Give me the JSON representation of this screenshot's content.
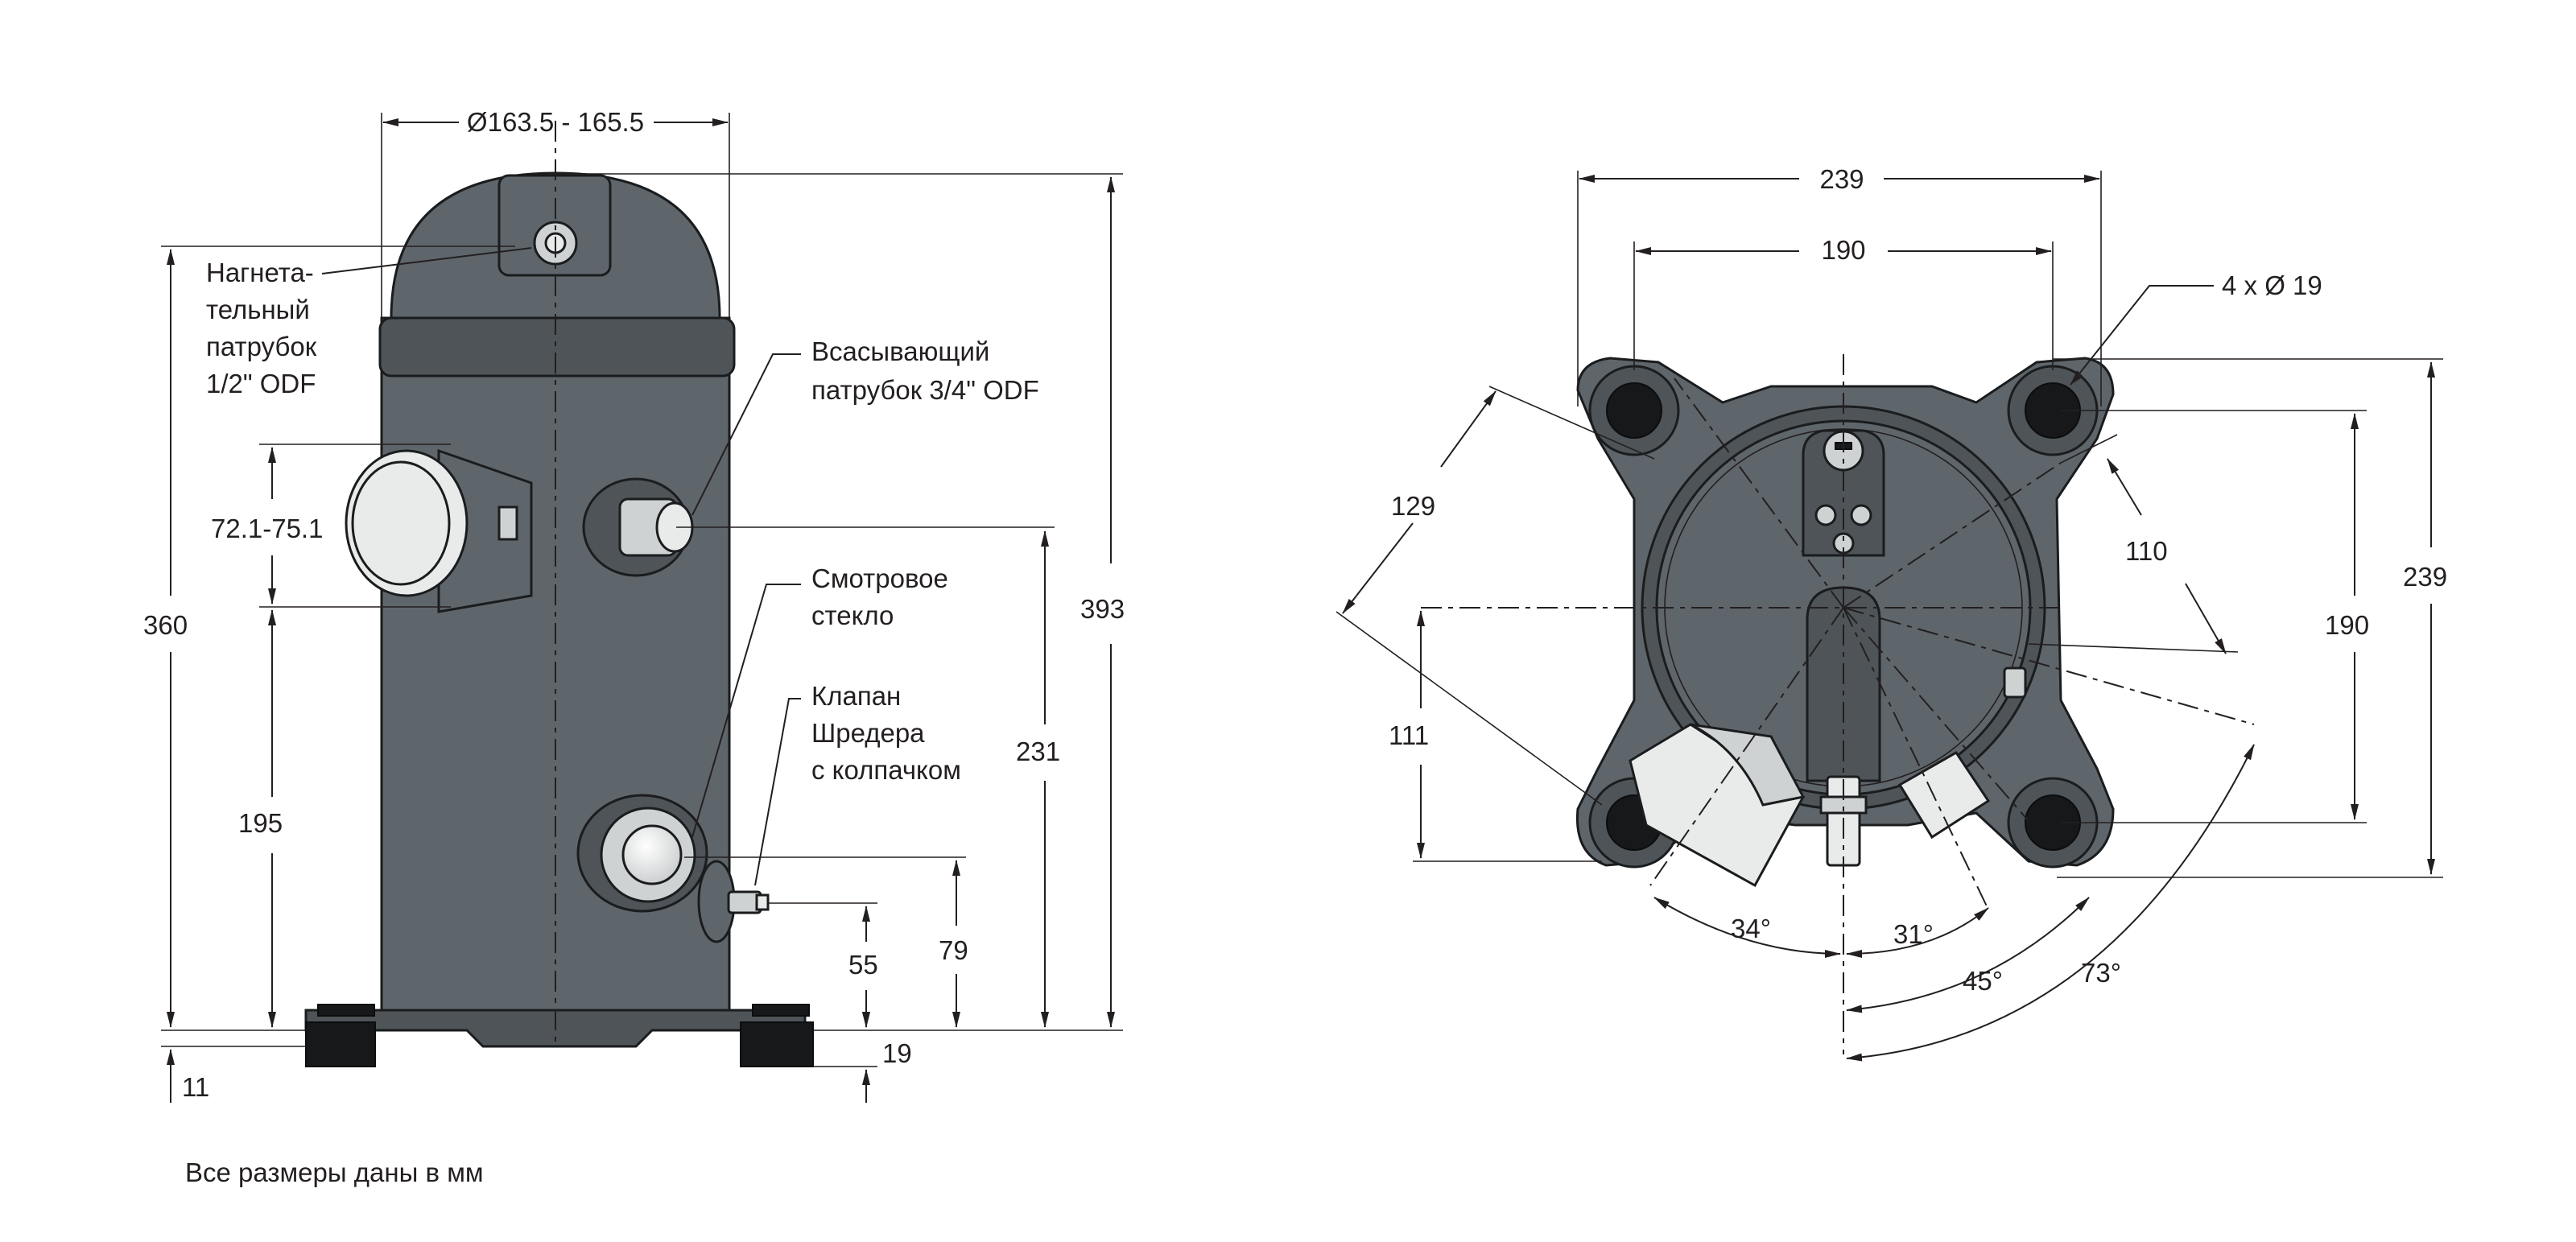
{
  "side_view": {
    "dim_diameter": "Ø163.5 - 165.5",
    "dim_360": "360",
    "dim_393": "393",
    "dim_72": "72.1-75.1",
    "dim_195": "195",
    "dim_231": "231",
    "dim_79": "79",
    "dim_55": "55",
    "dim_19": "19",
    "dim_11": "11",
    "discharge_label": [
      "Нагнета-",
      "тельный",
      "патрубок",
      "1/2\" ODF"
    ],
    "suction_label": [
      "Всасывающий",
      "патрубок 3/4\" ODF"
    ],
    "sightglass_label": [
      "Смотровое",
      "стекло"
    ],
    "schrader_label": [
      "Клапан",
      "Шредера",
      "с колпачком"
    ]
  },
  "top_view": {
    "dim_239_top": "239",
    "dim_190_top": "190",
    "holes": "4 x Ø 19",
    "dim_129": "129",
    "dim_110": "110",
    "dim_239_right": "239",
    "dim_190_right": "190",
    "dim_111": "111",
    "angle_34": "34°",
    "angle_31": "31°",
    "angle_45": "45°",
    "angle_73": "73°"
  },
  "footer_note": "Все размеры даны в мм"
}
